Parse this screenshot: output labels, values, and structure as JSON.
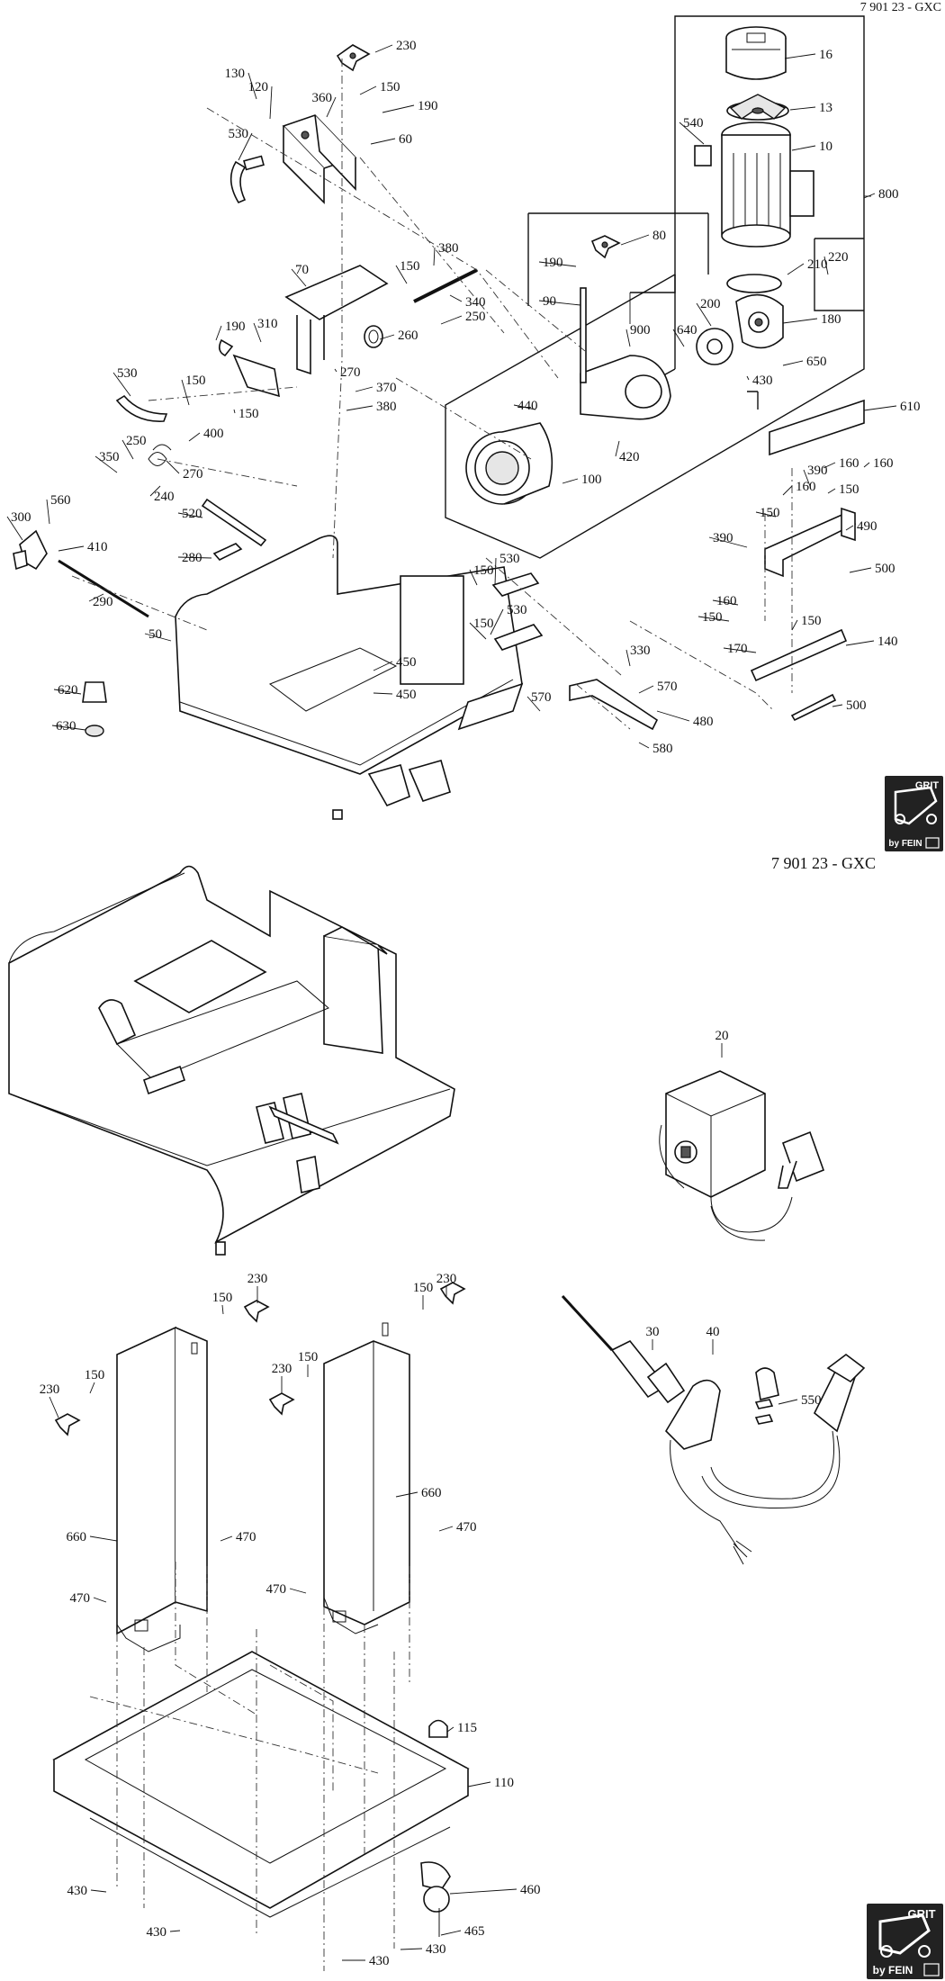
{
  "header": {
    "doc_id": "7 901 23 - GXC"
  },
  "doc_label": "7 901 23 - GXC",
  "logo": {
    "brand": "GRIT",
    "maker": "by FEIN",
    "icon": "belt-grinder-logo-icon"
  },
  "callouts_top": [
    "230",
    "150",
    "130",
    "120",
    "360",
    "190",
    "60",
    "530",
    "16",
    "13",
    "540",
    "10",
    "800",
    "80",
    "190",
    "90",
    "210",
    "220",
    "180",
    "200",
    "900",
    "640",
    "650",
    "430",
    "380",
    "150",
    "70",
    "340",
    "250",
    "260",
    "270",
    "370",
    "380",
    "190",
    "310",
    "530",
    "150",
    "150",
    "400",
    "250",
    "270",
    "350",
    "240",
    "440",
    "100",
    "420",
    "610",
    "160",
    "390",
    "150",
    "160",
    "150",
    "490",
    "390",
    "500",
    "560",
    "300",
    "410",
    "520",
    "280",
    "290",
    "50",
    "530",
    "150",
    "150",
    "530",
    "620",
    "630",
    "450",
    "450",
    "330",
    "570",
    "570",
    "480",
    "580",
    "160",
    "160",
    "150",
    "150",
    "170",
    "140",
    "500"
  ],
  "callouts_bottom": [
    "20",
    "30",
    "40",
    "550",
    "230",
    "150",
    "150",
    "230",
    "230",
    "150",
    "230",
    "150",
    "660",
    "660",
    "470",
    "470",
    "470",
    "470",
    "115",
    "110",
    "430",
    "460",
    "430",
    "465",
    "430",
    "430"
  ]
}
